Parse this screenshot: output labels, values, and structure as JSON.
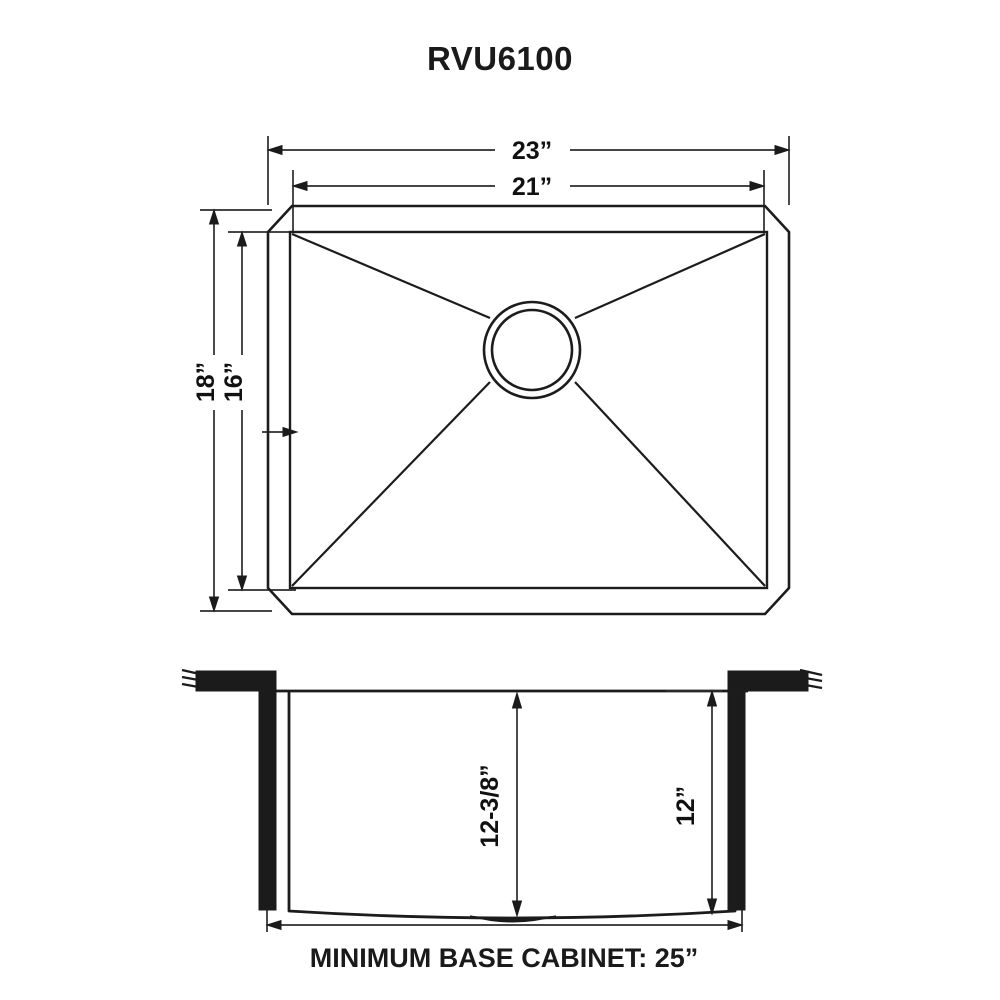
{
  "document": {
    "type": "technical-drawing",
    "subject": "undermount-kitchen-sink",
    "model_title": "RVU6100",
    "background_color": "#ffffff",
    "line_color": "#1c1c1c",
    "text_color": "#1a1a1a"
  },
  "title": {
    "label": "RVU6100"
  },
  "top_view": {
    "name": "top-view",
    "dimensions": {
      "overall_width": "23”",
      "basin_width": "21”",
      "overall_depth": "18”",
      "basin_depth": "16”"
    },
    "features": {
      "drain_label": "center-drain",
      "corner_style": "chamfered",
      "diagonal_count": 4
    }
  },
  "side_view": {
    "name": "cross-section-view",
    "dimensions": {
      "basin_depth_outer": "12-3/8”",
      "basin_depth_inner": "12”"
    },
    "features": {
      "countertop_label": "countertop",
      "cabinet_label": "cabinet-side-panel"
    }
  },
  "caption": {
    "label": "MINIMUM BASE CABINET: 25”"
  }
}
